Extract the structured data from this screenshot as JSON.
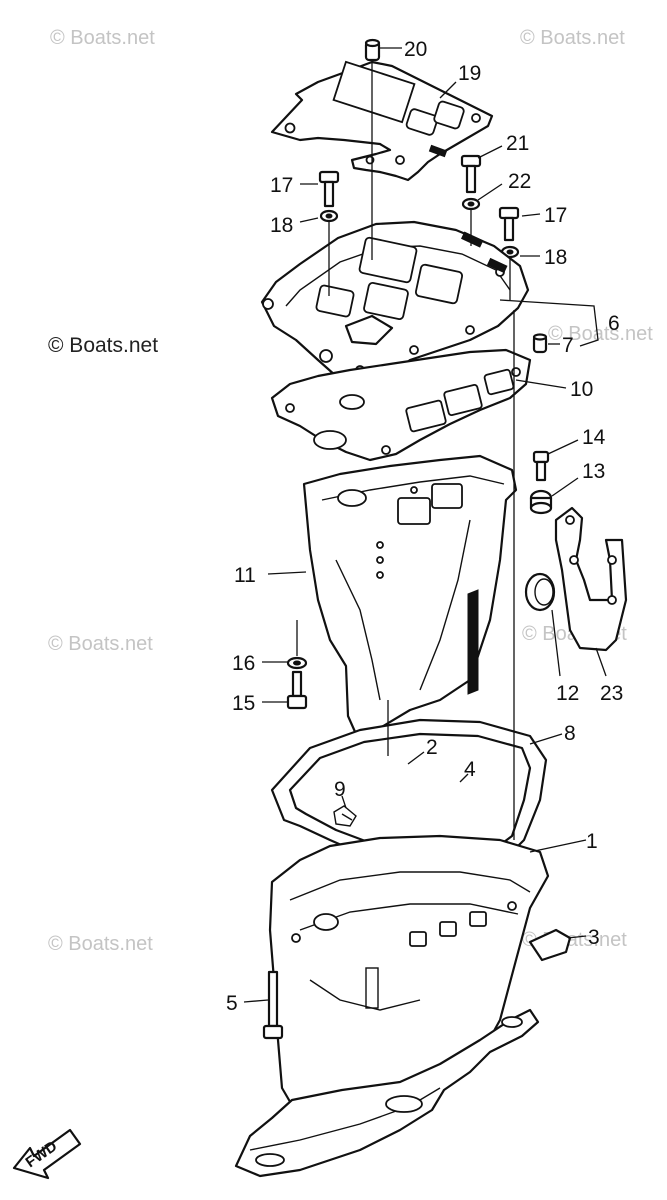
{
  "watermarks": {
    "top_left": "© Boats.net",
    "top_right": "© Boats.net",
    "middle_left": "© Boats.net",
    "middle_right": "© Boats.net",
    "lower_left": "© Boats.net",
    "lower_right": "© Boats.net",
    "bottom_left": "© Boats.net",
    "bottom_right": "© Boats.net"
  },
  "direction_label": "FWD",
  "callouts": {
    "c1": "1",
    "c2": "2",
    "c3": "3",
    "c4": "4",
    "c5": "5",
    "c6": "6",
    "c7": "7",
    "c8": "8",
    "c9": "9",
    "c10": "10",
    "c11": "11",
    "c12": "12",
    "c13": "13",
    "c14": "14",
    "c15": "15",
    "c16": "16",
    "c17a": "17",
    "c17b": "17",
    "c18a": "18",
    "c18b": "18",
    "c19": "19",
    "c20": "20",
    "c21": "21",
    "c22": "22",
    "c23": "23"
  }
}
